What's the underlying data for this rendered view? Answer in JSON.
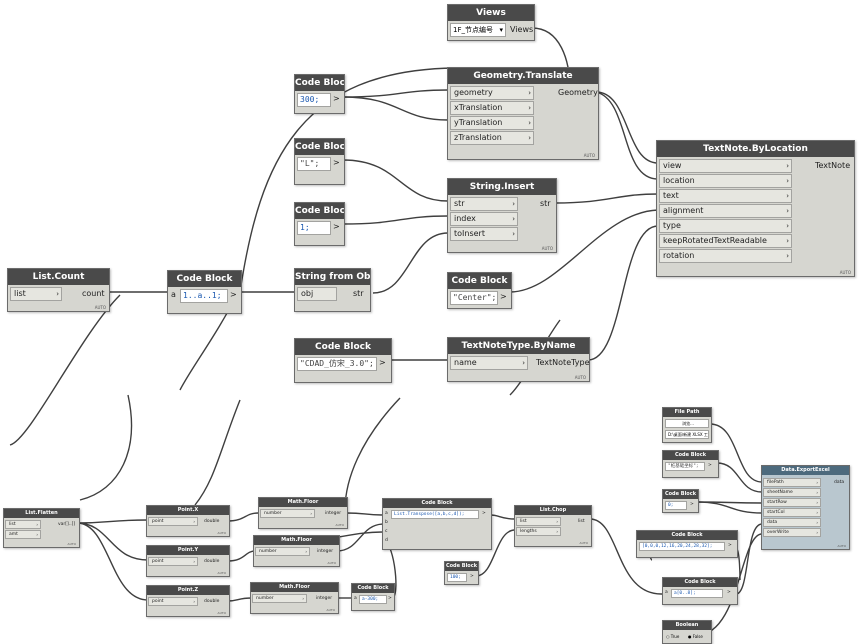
{
  "nodes": {
    "views": {
      "title": "Views",
      "value": "1F_节点编号",
      "output": "Views"
    },
    "geometry_translate": {
      "title": "Geometry.Translate",
      "inputs": [
        "geometry",
        "xTranslation",
        "yTranslation",
        "zTranslation"
      ],
      "output": "Geometry",
      "footer": "AUTO"
    },
    "code_300": {
      "title": "Code Block",
      "code": "300;"
    },
    "code_L": {
      "title": "Code Block",
      "code": "\"L\";"
    },
    "code_1": {
      "title": "Code Block",
      "code": "1;"
    },
    "string_insert": {
      "title": "String.Insert",
      "inputs": [
        "str",
        "index",
        "toInsert"
      ],
      "output": "str",
      "footer": "AUTO"
    },
    "textnote_bylocation": {
      "title": "TextNote.ByLocation",
      "inputs": [
        "view",
        "location",
        "text",
        "alignment",
        "type",
        "keepRotatedTextReadable",
        "rotation"
      ],
      "output": "TextNote",
      "footer": "AUTO"
    },
    "list_count": {
      "title": "List.Count",
      "input": "list",
      "output": "count",
      "footer": "AUTO"
    },
    "code_range": {
      "title": "Code Block",
      "input": "a",
      "code": "1..a..1;"
    },
    "string_from_object": {
      "title": "String from Object",
      "input": "obj",
      "output": "str"
    },
    "code_center": {
      "title": "Code Block",
      "code": "\"Center\";"
    },
    "code_cdad": {
      "title": "Code Block",
      "code": "\"CDAD_仿宋_3.0\";"
    },
    "textnotetype_byname": {
      "title": "TextNoteType.ByName",
      "input": "name",
      "output": "TextNoteType",
      "footer": "AUTO"
    },
    "list_flatten": {
      "title": "List.Flatten",
      "inputs": [
        "list",
        "amt"
      ],
      "output": "var[]..[]",
      "footer": "AUTO"
    },
    "point_x": {
      "title": "Point.X",
      "input": "point",
      "output": "double",
      "footer": "AUTO"
    },
    "point_y": {
      "title": "Point.Y",
      "input": "point",
      "output": "double",
      "footer": "AUTO"
    },
    "point_z": {
      "title": "Point.Z",
      "input": "point",
      "output": "double",
      "footer": "AUTO"
    },
    "math_floor_1": {
      "title": "Math.Floor",
      "input": "number",
      "output": "integer",
      "footer": "AUTO"
    },
    "math_floor_2": {
      "title": "Math.Floor",
      "input": "number",
      "output": "integer",
      "footer": "AUTO"
    },
    "math_floor_3": {
      "title": "Math.Floor",
      "input": "number",
      "output": "integer",
      "footer": "AUTO"
    },
    "code_neg": {
      "title": "Code Block",
      "input": "a",
      "code": "a-300;"
    },
    "code_transpose": {
      "title": "Code Block",
      "inputs": [
        "a",
        "b",
        "c",
        "d"
      ],
      "code": "List.Transpose([a,b,c,d]);"
    },
    "list_chop": {
      "title": "List.Chop",
      "inputs": [
        "list",
        "lengths"
      ],
      "output": "list",
      "footer": "AUTO"
    },
    "code_100": {
      "title": "Code Block",
      "code": "100;"
    },
    "file_path": {
      "title": "File Path",
      "button": "浏览...",
      "path": "D:\\桌面\\新建 XLSX 工作表.xlsx"
    },
    "code_sheet": {
      "title": "Code Block",
      "code": "\"桩基础坐标\";"
    },
    "code_0": {
      "title": "Code Block",
      "code": "0;"
    },
    "code_array": {
      "title": "Code Block",
      "code": "[0,0,0,12,16,20,24,28,32];"
    },
    "code_range2": {
      "title": "Code Block",
      "input": "a",
      "code": "a[0..8];"
    },
    "boolean": {
      "title": "Boolean",
      "option_true": "True",
      "option_false": "False"
    },
    "data_export_excel": {
      "title": "Data.ExportExcel",
      "inputs": [
        "filePath",
        "sheetName",
        "startRow",
        "startCol",
        "data",
        "overWrite"
      ],
      "output": "data",
      "footer": "AUTO"
    }
  },
  "icons": {
    "port_arrow": "chevron-right-icon",
    "dropdown": "chevron-down-icon"
  }
}
